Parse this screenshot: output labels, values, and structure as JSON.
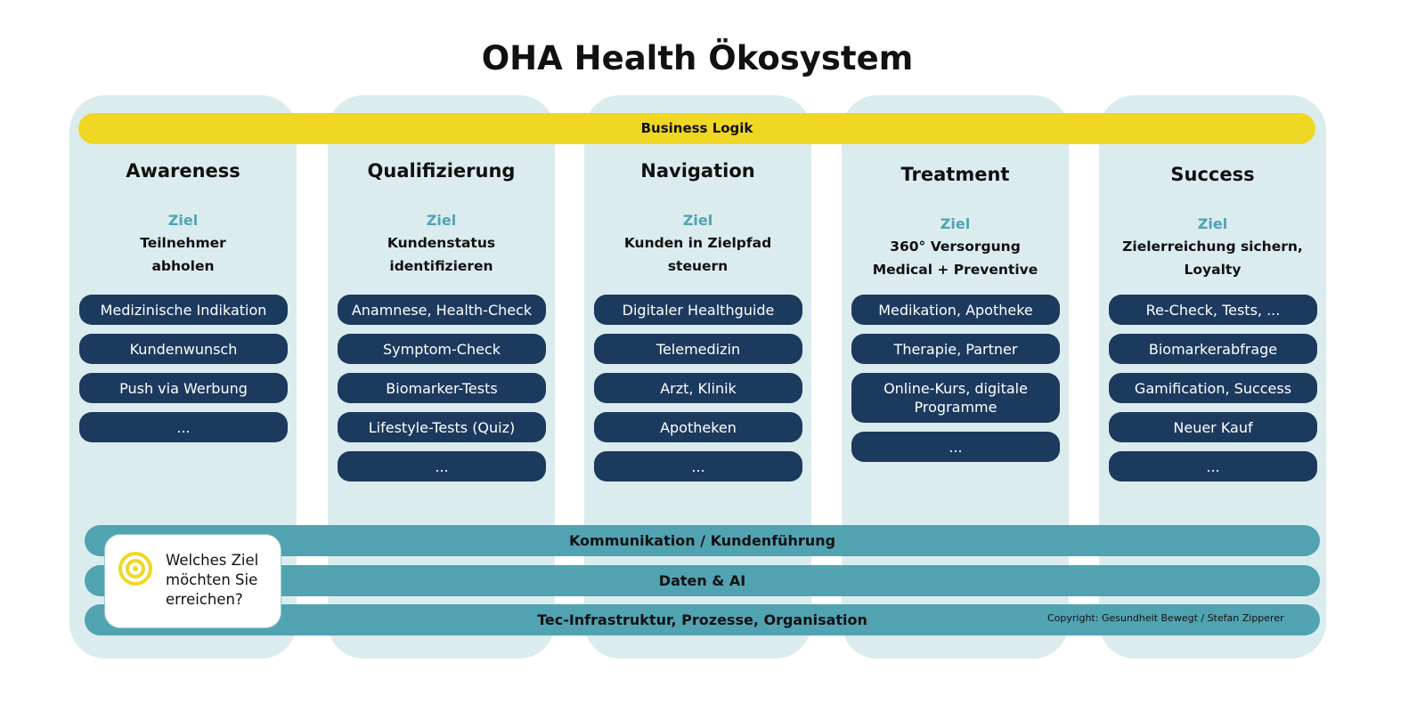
{
  "title": "OHA Health Ökosystem",
  "business_logic": "Business Logik",
  "ziel_label": "Ziel",
  "columns": [
    {
      "title": "Awareness",
      "goal": [
        "Teilnehmer",
        "abholen"
      ],
      "items": [
        "Medizinische Indikation",
        "Kundenwunsch",
        "Push via Werbung",
        "..."
      ]
    },
    {
      "title": "Qualifizierung",
      "goal": [
        "Kundenstatus",
        "identifizieren"
      ],
      "items": [
        "Anamnese, Health-Check",
        "Symptom-Check",
        "Biomarker-Tests",
        "Lifestyle-Tests (Quiz)",
        "..."
      ]
    },
    {
      "title": "Navigation",
      "goal": [
        "Kunden in Zielpfad",
        "steuern"
      ],
      "items": [
        "Digitaler Healthguide",
        "Telemedizin",
        "Arzt, Klinik",
        "Apotheken",
        "..."
      ]
    },
    {
      "title": "Treatment",
      "goal": [
        "360° Versorgung",
        "Medical + Preventive"
      ],
      "items": [
        "Medikation, Apotheke",
        "Therapie, Partner",
        "Online-Kurs, digitale  Programme",
        "..."
      ]
    },
    {
      "title": "Success",
      "goal": [
        "Zielerreichung sichern,",
        "Loyalty"
      ],
      "items": [
        "Re-Check, Tests, ...",
        "Biomarkerabfrage",
        "Gamification, Success",
        "Neuer Kauf",
        "..."
      ]
    }
  ],
  "layers": [
    "Kommunikation / Kundenführung",
    "Daten  & AI",
    "Tec-Infrastruktur, Prozesse, Organisation"
  ],
  "callout": "Welches Ziel möchten Sie erreichen?",
  "copyright": "Copyright: Gesundheit Bewegt / Stefan Zipperer",
  "colors": {
    "panel": "#dbecee",
    "item": "#1c3a5e",
    "layer": "#52a3b2",
    "accent": "#f0d723",
    "ziel": "#4fa3b3"
  }
}
